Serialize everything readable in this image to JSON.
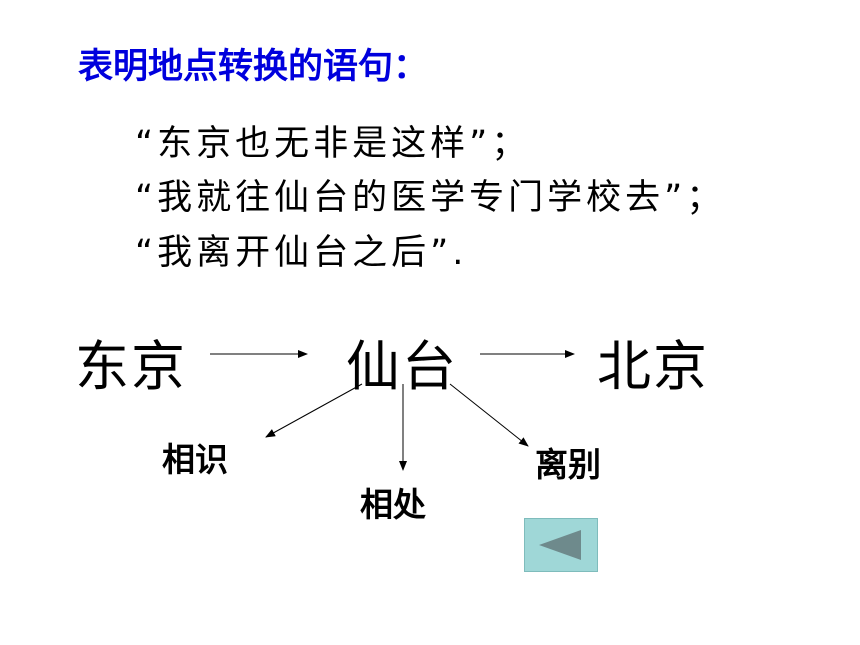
{
  "heading": "表明地点转换的语句：",
  "quotes": [
    "“东京也无非是这样”；",
    "“我就往仙台的医学专门学校去”；",
    "“我离开仙台之后”."
  ],
  "cities": [
    "东京",
    "仙台",
    "北京"
  ],
  "branches": [
    "相识",
    "相处",
    "离别"
  ],
  "back_button_icon": "triangle-left-icon",
  "colors": {
    "heading": "#0000dd",
    "button_bg": "#9fd7d7",
    "button_icon": "#6e8a8c"
  }
}
